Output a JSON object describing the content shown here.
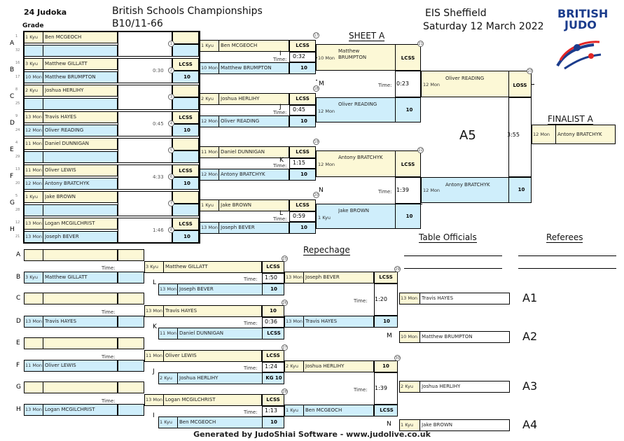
{
  "header": {
    "count": "24 Judoka",
    "grade": "Grade",
    "title": "British Schools Championships",
    "category": "B10/11-66",
    "venue": "EIS Sheffield",
    "date": "Saturday 12 March 2022",
    "sheet": "SHEET A",
    "finalist": "FINALIST A",
    "repechage": "Repechage",
    "table_officials": "Table Officials",
    "referees": "Referees",
    "logo_line1": "BRITISH",
    "logo_line2": "JUDO",
    "pool_label": "A5",
    "footer": "Generated by JudoShiai Software - www.judolive.co.uk"
  },
  "common": {
    "time": "Time:"
  },
  "r1": [
    {
      "letter": "A",
      "g1": "1 Kyu",
      "n1": "Ben MCGEOCH",
      "g2": "",
      "n2": "",
      "res": "",
      "score": "",
      "time": "",
      "num": "1",
      "s1": "1",
      "s2": "32"
    },
    {
      "letter": "B",
      "g1": "3 Kyu",
      "n1": "Matthew GILLATT",
      "g2": "10 Mon",
      "n2": "Matthew BRUMPTON",
      "res": "LCSS",
      "score": "10",
      "time": "0:30",
      "num": "2",
      "s1": "16",
      "s2": "17"
    },
    {
      "letter": "C",
      "g1": "2 Kyu",
      "n1": "Joshua HERLIHY",
      "g2": "",
      "n2": "",
      "res": "",
      "score": "",
      "time": "",
      "num": "3",
      "s1": "8",
      "s2": "25"
    },
    {
      "letter": "D",
      "g1": "13 Mon",
      "n1": "Travis HAYES",
      "g2": "12 Mon",
      "n2": "Oliver READING",
      "res": "LCSS",
      "score": "10",
      "time": "0:45",
      "num": "4",
      "s1": "9",
      "s2": "24"
    },
    {
      "letter": "E",
      "g1": "11 Mon",
      "n1": "Daniel DUNNIGAN",
      "g2": "",
      "n2": "",
      "res": "",
      "score": "",
      "time": "",
      "num": "5",
      "s1": "4",
      "s2": "29"
    },
    {
      "letter": "F",
      "g1": "11 Mon",
      "n1": "Oliver LEWIS",
      "g2": "12 Mon",
      "n2": "Antony BRATCHYK",
      "res": "LCSS",
      "score": "10",
      "time": "4:33",
      "num": "6",
      "s1": "13",
      "s2": "20"
    },
    {
      "letter": "G",
      "g1": "1 Kyu",
      "n1": "Jake BROWN",
      "g2": "",
      "n2": "",
      "res": "",
      "score": "",
      "time": "",
      "num": "7",
      "s1": "5",
      "s2": "28"
    },
    {
      "letter": "H",
      "g1": "13 Mon",
      "n1": "Logan MCGILCHRIST",
      "g2": "13 Mon",
      "n2": "Joseph BEVER",
      "res": "LCSS",
      "score": "10",
      "time": "1:46",
      "num": "8",
      "s1": "12",
      "s2": "21"
    }
  ],
  "r2": [
    {
      "letter": "I",
      "g1": "1 Kyu",
      "n1": "Ben MCGEOCH",
      "g2": "10 Mon",
      "n2": "Matthew BRUMPTON",
      "res": "LCSS",
      "score": "10",
      "time": "0:32",
      "num": "17"
    },
    {
      "letter": "J",
      "g1": "2 Kyu",
      "n1": "Joshua HERLIHY",
      "g2": "12 Mon",
      "n2": "Oliver READING",
      "res": "LCSS",
      "score": "10",
      "time": "0:45",
      "num": "18"
    },
    {
      "letter": "K",
      "g1": "11 Mon",
      "n1": "Daniel DUNNIGAN",
      "g2": "12 Mon",
      "n2": "Antony BRATCHYK",
      "res": "LCSS",
      "score": "10",
      "time": "1:15",
      "num": "19"
    },
    {
      "letter": "L",
      "g1": "1 Kyu",
      "n1": "Jake BROWN",
      "g2": "13 Mon",
      "n2": "Joseph BEVER",
      "res": "LCSS",
      "score": "10",
      "time": "0:59",
      "num": "20"
    }
  ],
  "r3": [
    {
      "letter": "M",
      "g1": "10 Mon",
      "n1": "Matthew BRUMPTON",
      "g2": "12 Mon",
      "n2": "Oliver READING",
      "res": "LCSS",
      "score": "10",
      "time": "0:23",
      "num": "21"
    },
    {
      "letter": "N",
      "g1": "12 Mon",
      "n1": "Antony BRATCHYK",
      "g2": "1 Kyu",
      "n2": "Jake BROWN",
      "res": "LCSS",
      "score": "10",
      "time": "1:39",
      "num": "22"
    }
  ],
  "r4": {
    "g1": "12 Mon",
    "n1": "Oliver READING",
    "g2": "12 Mon",
    "n2": "Antony BRATCHYK",
    "res": "LOSS",
    "score": "10",
    "time": "3:55",
    "num": "23"
  },
  "final": {
    "g": "12 Mon",
    "n": "Antony BRATCHYK"
  },
  "rep_first": [
    {
      "letter": "A",
      "g": "",
      "n": ""
    },
    {
      "letter": "B",
      "g": "3 Kyu",
      "n": "Matthew GILLATT"
    },
    {
      "letter": "C",
      "g": "",
      "n": ""
    },
    {
      "letter": "D",
      "g": "13 Mon",
      "n": "Travis HAYES"
    },
    {
      "letter": "E",
      "g": "",
      "n": ""
    },
    {
      "letter": "F",
      "g": "11 Mon",
      "n": "Oliver LEWIS"
    },
    {
      "letter": "G",
      "g": "",
      "n": ""
    },
    {
      "letter": "H",
      "g": "13 Mon",
      "n": "Logan MCGILCHRIST"
    }
  ],
  "rep_second": [
    {
      "g1": "3 Kyu",
      "n1": "Matthew GILLATT",
      "res": "LCSS",
      "g2": "13 Mon",
      "n2": "Joseph BEVER",
      "score": "10",
      "time": "1:50",
      "letter": "L"
    },
    {
      "g1": "13 Mon",
      "n1": "Travis HAYES",
      "res": "10",
      "g2": "11 Mon",
      "n2": "Daniel DUNNIGAN",
      "score": "LCSS",
      "time": "0:36",
      "letter": "K"
    },
    {
      "g1": "11 Mon",
      "n1": "Oliver LEWIS",
      "res": "LCSS",
      "g2": "2 Kyu",
      "n2": "Joshua HERLIHY",
      "score": "KG 10",
      "time": "1:24",
      "letter": "J"
    },
    {
      "g1": "13 Mon",
      "n1": "Logan MCGILCHRIST",
      "res": "LCSS",
      "g2": "1 Kyu",
      "n2": "Ben MCGEOCH",
      "score": "10",
      "time": "1:13",
      "letter": "I"
    }
  ],
  "rep_third": [
    {
      "g1": "13 Mon",
      "n1": "Joseph BEVER",
      "res": "LCSS",
      "g2": "13 Mon",
      "n2": "Travis HAYES",
      "score": "10",
      "time": "1:20"
    },
    {
      "g1": "2 Kyu",
      "n1": "Joshua HERLIHY",
      "res": "10",
      "g2": "1 Kyu",
      "n2": "Ben MCGEOCH",
      "score": "LCSS",
      "time": "1:39"
    }
  ],
  "medals": [
    {
      "label": "A1",
      "g": "13 Mon",
      "n": "Travis HAYES"
    },
    {
      "label": "A2",
      "g": "10 Mon",
      "n": "Matthew BRUMPTON",
      "letter": "M"
    },
    {
      "label": "A3",
      "g": "2 Kyu",
      "n": "Joshua HERLIHY"
    },
    {
      "label": "A4",
      "g": "1 Kyu",
      "n": "Jake BROWN",
      "letter": "N"
    }
  ]
}
